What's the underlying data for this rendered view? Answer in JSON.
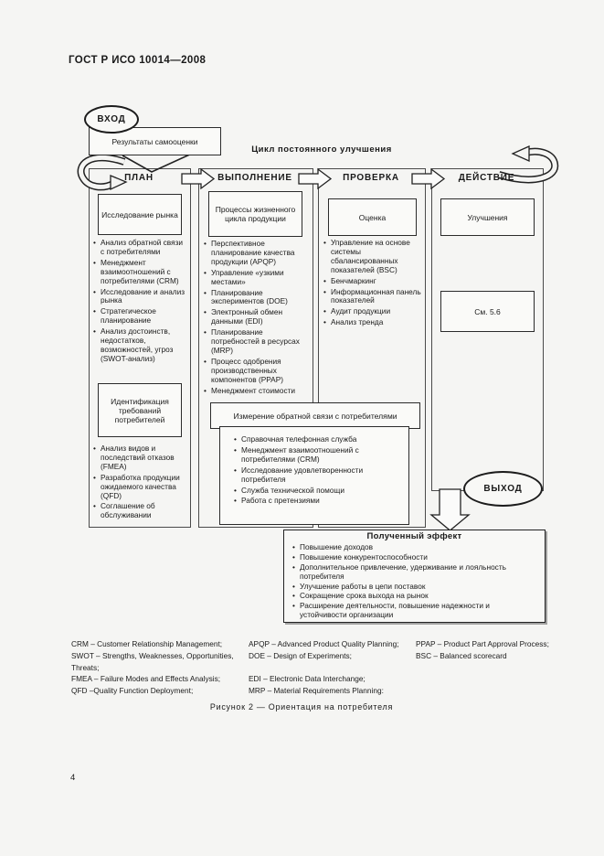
{
  "colors": {
    "ink": "#1a1a1a",
    "paper": "#f5f5f3"
  },
  "document": {
    "header": "ГОСТ Р ИСО 10014—2008",
    "caption": "Рисунок 2 — Ориентация на потребителя",
    "page_number": "4"
  },
  "diagram": {
    "cycle_title": "Цикл постоянного улучшения",
    "input": {
      "label": "ВХОД",
      "box": "Результаты самооценки"
    },
    "output": {
      "label": "ВЫХОД"
    },
    "plan": {
      "title": "ПЛАН",
      "top_box": "Исследование рынка",
      "bullets_top": [
        "Анализ обратной связи с потребителями",
        "Менеджмент взаимоотношений с потребителями (CRM)",
        "Исследование и анализ рынка",
        "Стратегическое планирование",
        "Анализ достоинств, недостатков, возможностей, угроз (SWOT-анализ)"
      ],
      "mid_box": "Идентификация требований потребителей",
      "bullets_bottom": [
        "Анализ видов и последствий отказов (FMEA)",
        "Разработка продукции ожидаемого качества (QFD)",
        "Соглашение об обслуживании"
      ]
    },
    "do": {
      "title": "ВЫПОЛНЕНИЕ",
      "top_box": "Процессы жизненного цикла продукции",
      "bullets": [
        "Перспективное планирование качества продукции (APQP)",
        "Управление «узкими местами»",
        "Планирование экспериментов (DOE)",
        "Электронный обмен данными (EDI)",
        "Планирование потребностей в ресурсах (MRP)",
        "Процесс одобрения производственных компонентов (PPAP)",
        "Менеджмент стоимости"
      ]
    },
    "check": {
      "title": "ПРОВЕРКА",
      "top_box": "Оценка",
      "bullets": [
        "Управление на основе системы сбалансированных показателей (BSC)",
        "Бенчмаркинг",
        "Информационная панель показателей",
        "Аудит продукции",
        "Анализ тренда"
      ]
    },
    "act": {
      "title": "ДЕЙСТВИЕ",
      "box1": "Улучшения",
      "box2": "См. 5.6"
    },
    "measure": {
      "title": "Измерение обратной связи с потребителями",
      "bullets": [
        "Справочная телефонная служба",
        "Менеджмент взаимоотношений с потребителями (CRM)",
        "Исследование удовлетворенности потребителя",
        "Служба технической помощи",
        "Работа с претензиями"
      ]
    },
    "effect": {
      "title": "Полученный эффект",
      "bullets": [
        "Повышение доходов",
        "Повышение конкурентоспособности",
        "Дополнительное привлечение, удерживание и лояльность потребителя",
        "Улучшение работы в цепи поставок",
        "Сокращение срока выхода на рынок",
        "Расширение деятельности, повышение надежности и устойчивости организации"
      ]
    }
  },
  "legend": {
    "col1": [
      "CRM – Customer Relationship Management;",
      "SWOT – Strengths, Weaknesses, Opportunities,",
      "Threats;",
      "FMEA – Failure Modes and Effects Analysis;",
      "QFD –Quality Function Deployment;"
    ],
    "col2": [
      "APQP – Advanced Product Quality Planning;",
      "DOE – Design of Experiments;",
      "",
      "EDI – Electronic Data Interchange;",
      "MRP – Material Requirements Planning:"
    ],
    "col3": [
      "PPAP – Product Part Approval Process;",
      "BSC – Balanced scorecard"
    ]
  }
}
